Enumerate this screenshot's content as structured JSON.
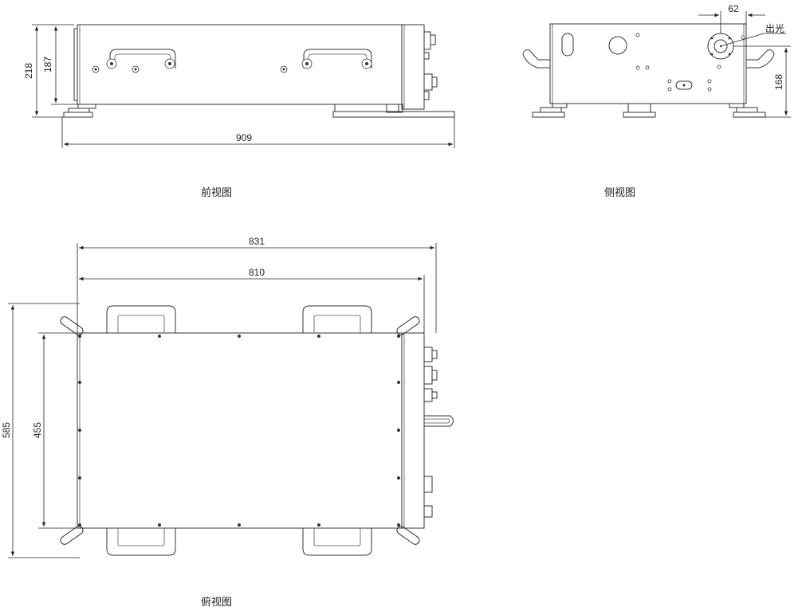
{
  "views": {
    "front": {
      "caption": "前视图",
      "dims": {
        "overall_height": "218",
        "body_height": "187",
        "length": "909"
      }
    },
    "side": {
      "caption": "侧视图",
      "dims": {
        "aperture_offset": "62",
        "beam_height": "168"
      },
      "labels": {
        "beam_exit": "出光"
      }
    },
    "top": {
      "caption": "俯视图",
      "dims": {
        "overall_length": "831",
        "body_length": "810",
        "overall_width": "585",
        "body_width": "455"
      }
    }
  }
}
